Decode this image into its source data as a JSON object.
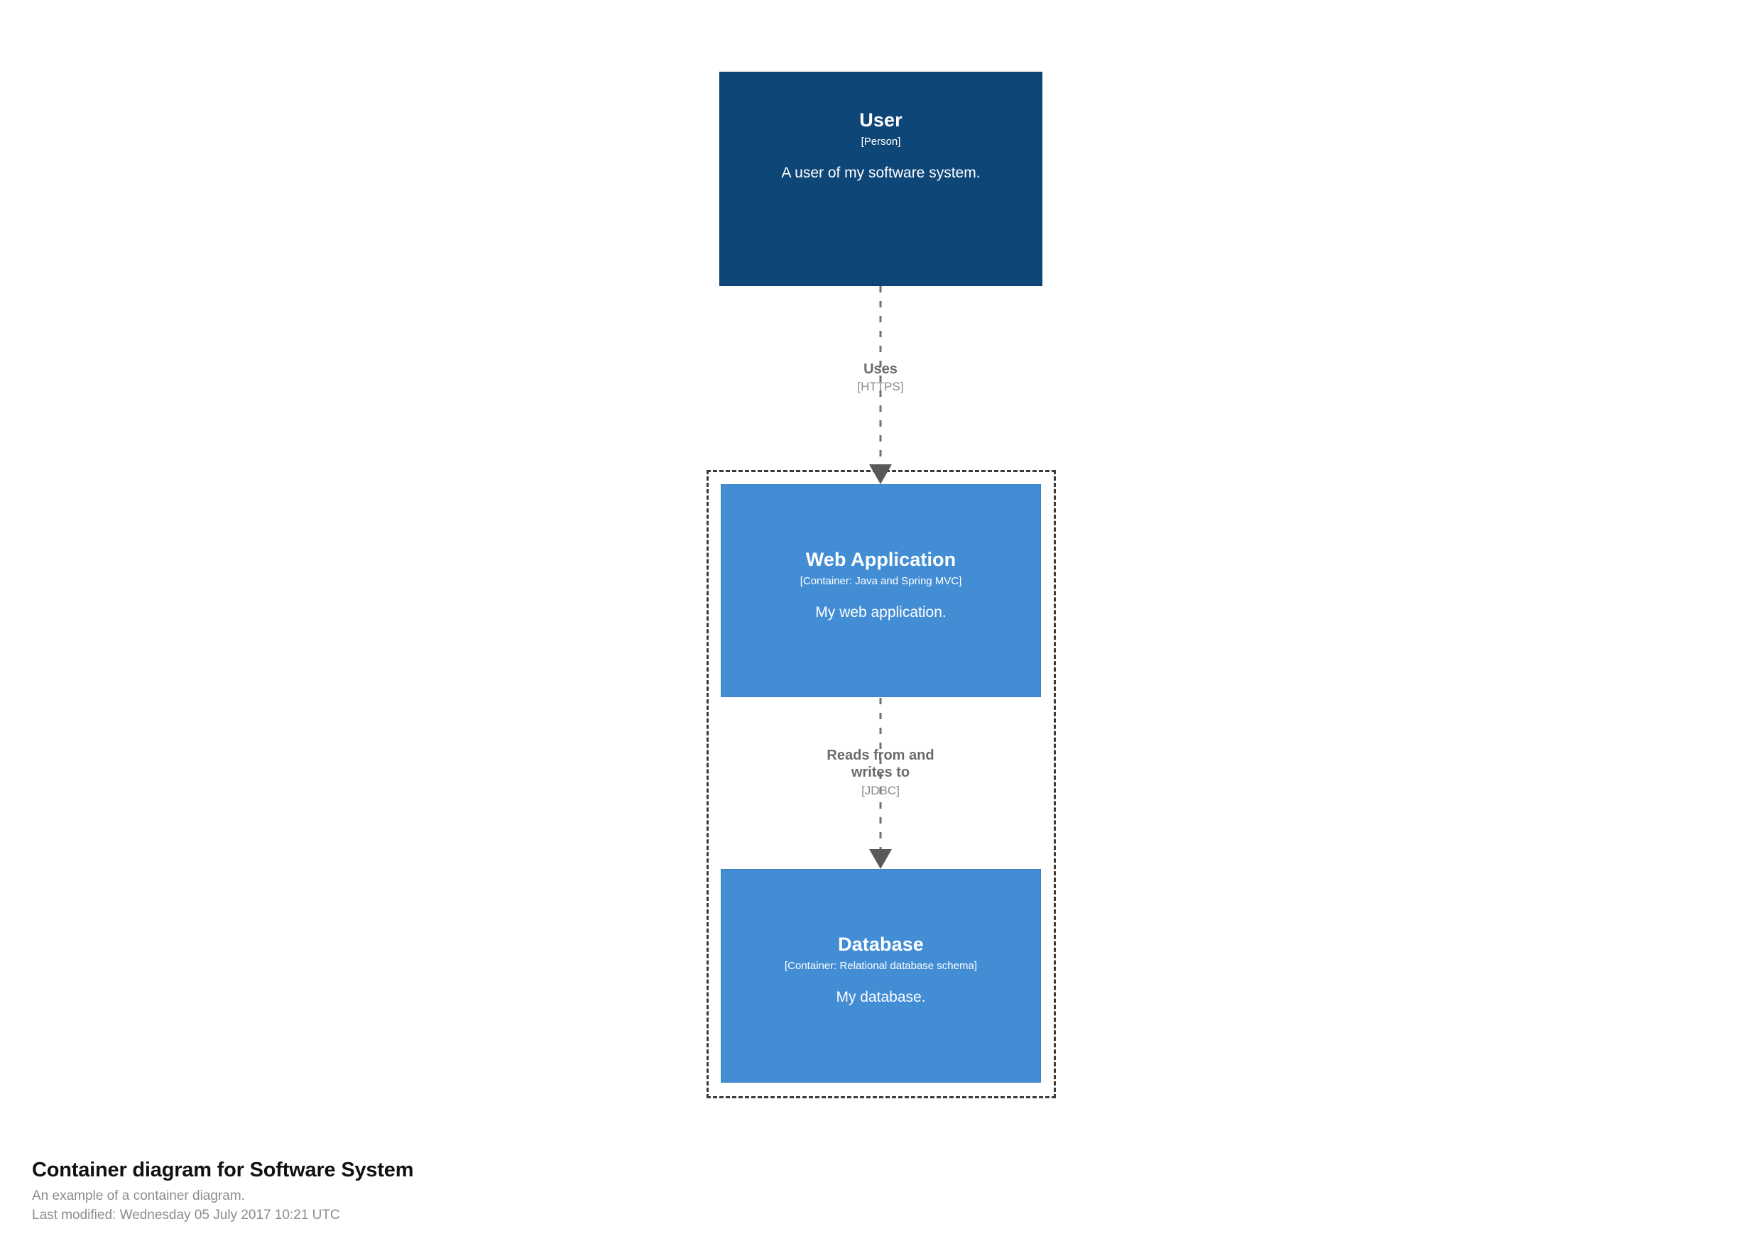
{
  "diagram": {
    "kind": "c4-container-diagram",
    "background_color": "#FFFFFF",
    "person_color": "#0E4678",
    "container_color": "#438DD5",
    "boundary_color": "#3A3A3A",
    "relationship_color": "#707070"
  },
  "nodes": {
    "user": {
      "name": "User",
      "tech": "[Person]",
      "description": "A user of my software system."
    },
    "webapp": {
      "name": "Web Application",
      "tech": "[Container: Java and Spring MVC]",
      "description": "My web application."
    },
    "database": {
      "name": "Database",
      "tech": "[Container: Relational database schema]",
      "description": "My database."
    }
  },
  "relationships": {
    "uses": {
      "description": "Uses",
      "tech": "[HTTPS]"
    },
    "reads_writes": {
      "description": "Reads from and\nwrites to",
      "tech": "[JDBC]"
    }
  },
  "caption": {
    "title": "Container diagram for Software System",
    "subtitle": "An example of a container diagram.",
    "last_modified": "Last modified: Wednesday 05 July 2017 10:21 UTC"
  }
}
